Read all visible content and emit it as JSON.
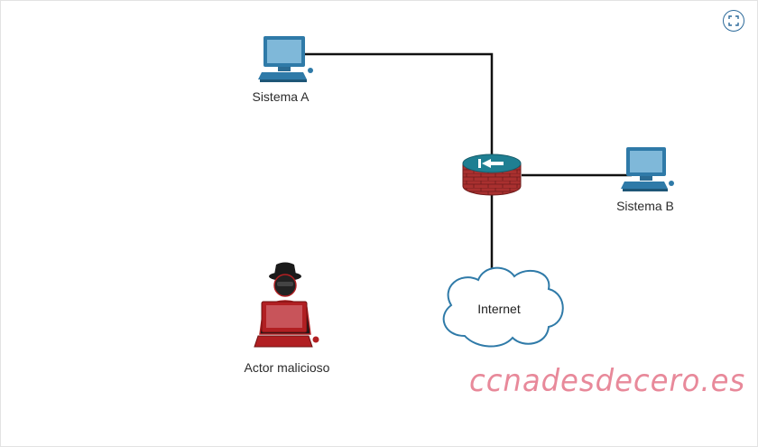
{
  "nodes": {
    "sistema_a": {
      "label": "Sistema A",
      "icon": "computer-icon"
    },
    "sistema_b": {
      "label": "Sistema B",
      "icon": "computer-icon"
    },
    "router": {
      "label": "",
      "icon": "firewall-router-icon"
    },
    "internet": {
      "label": "Internet",
      "icon": "cloud-icon"
    },
    "attacker": {
      "label": "Actor malicioso",
      "icon": "hacker-icon"
    }
  },
  "controls": {
    "expand": {
      "icon": "expand-icon"
    }
  },
  "watermark": {
    "text": "ccnadesdecero.es",
    "color": "#e8899a"
  },
  "colors": {
    "computer": "#2f7aa8",
    "computer_screen": "#7fb8d9",
    "firewall_top": "#1f7f92",
    "firewall_brick": "#a9302f",
    "attacker_red": "#b11f22",
    "link": "#111111",
    "cloud_stroke": "#2f7aa8"
  }
}
